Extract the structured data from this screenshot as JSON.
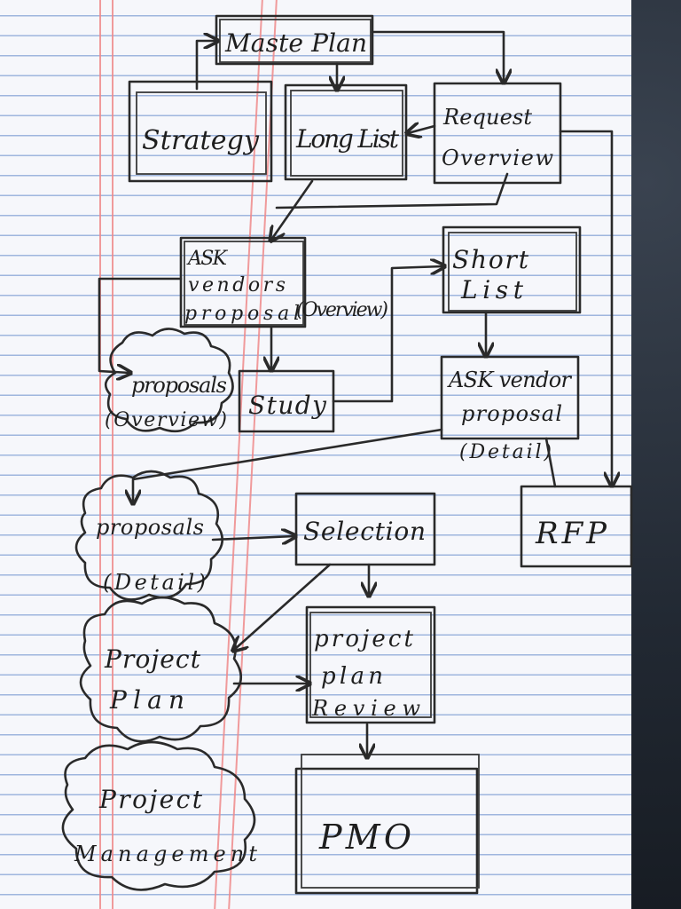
{
  "nodes": {
    "master_plan": "Maste Plan",
    "strategy": "Strategy",
    "long_list": "Long List",
    "request_overview": [
      "Request",
      "Overview"
    ],
    "ask_vendors_proposal": [
      "ASK",
      "vendors",
      "proposal"
    ],
    "overview_note": "(Overview)",
    "short_list": [
      "Short",
      "List"
    ],
    "proposals_overview": [
      "proposals",
      "(Overview)"
    ],
    "study": "Study",
    "ask_vendor_proposal_detail": [
      "ASK vendor",
      "proposal",
      "(Detail)"
    ],
    "rfp": "RFP",
    "proposals_detail": [
      "proposals",
      "(Detail)"
    ],
    "selection": "Selection",
    "project_plan": [
      "Project",
      "Plan"
    ],
    "project_plan_review": [
      "project",
      "plan",
      "Review"
    ],
    "project_management": [
      "Project",
      "Management"
    ],
    "pmo": "PMO"
  },
  "colors": {
    "paper": "#f6f7fb",
    "rule_lines": "#9fb6de",
    "margin_lines": "#ef8a8a",
    "ink": "#2a2a2a",
    "leather": "#222933"
  }
}
